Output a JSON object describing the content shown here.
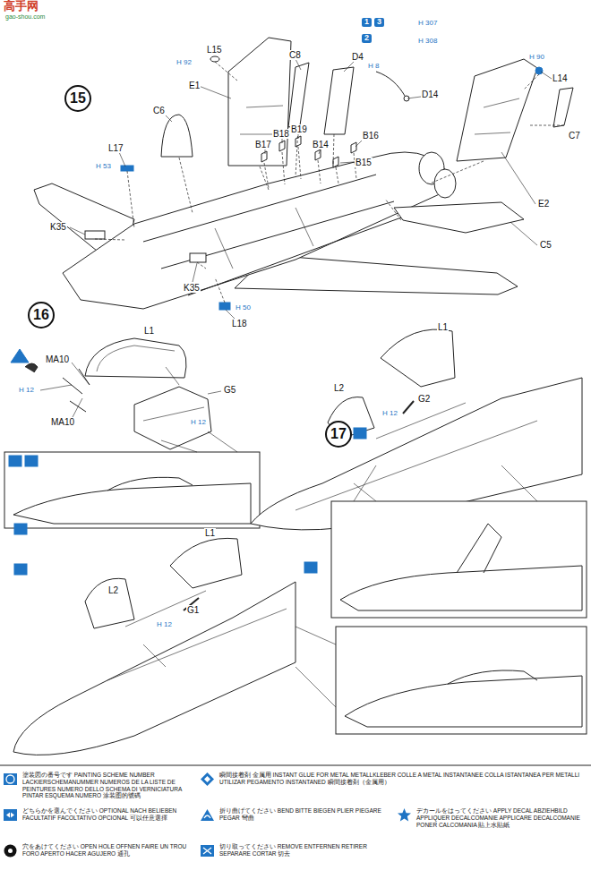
{
  "diagram": {
    "nodes": [
      {
        "text": [
          "15"
        ]
      },
      {
        "text": [
          "16"
        ]
      },
      {
        "text": [
          "17"
        ]
      }
    ],
    "labels": [
      "高手网",
      "gao-shou.com",
      "L15",
      "H 92",
      "E1",
      "C8",
      "D4",
      "1",
      "3",
      "H 307",
      "2",
      "H 308",
      "H 8",
      "D14",
      "H 90",
      "L14",
      "C7",
      "E2",
      "C6",
      "B17",
      "B18",
      "B19",
      "B14",
      "B15",
      "B16",
      "L17",
      "H 53",
      "K35",
      "K35",
      "C5",
      "H 50",
      "L18",
      "MA10",
      "MA10",
      "L1",
      "G5",
      "H 12",
      "H 12",
      "L1",
      "L2",
      "G2",
      "H 12",
      "L1",
      "L2",
      "G1",
      "H 12"
    ],
    "legend": [
      {
        "text": "塗装図の番号です PAINTING SCHEME NUMBER LACKIERSCHEMANUMMER NUMEROS DE LA LISTE DE PEINTURES NUMERO DELLO SCHEMA DI VERNICIATURA PINTAR ESQUEMA NUMERO 涂装图的號碼"
      },
      {
        "text": "どちらかを選んでください OPTIONAL NACH BELIEBEN FACULTATIF FACOLTATIVO OPCIONAL 可以任意選擇"
      },
      {
        "text": "穴をあけてください OPEN HOLE OFFNEN FAIRE UN TROU FORO APERTO HACER AGUJERO 通孔"
      },
      {
        "text": "瞬間接着剤 金属用 INSTANT GLUE FOR METAL METALLKLEBER COLLE A METAL INSTANTANEE COLLA ISTANTANEA PER METALLI UTILIZAR PEGAMENTO INSTANTANED 瞬間接着剤（金属用）"
      },
      {
        "text": "折り曲げてください BEND BITTE BIEGEN PLIER PIEGARE PEGAR 彎曲"
      },
      {
        "text": "切り取ってください REMOVE ENTFERNEN RETIRER SEPARARE CORTAR 切去"
      },
      {
        "text": "デカールをはってください APPLY DECAL ABZIEHBILD APPLIQUER DECALCOMANIE APPLICARE DECALCOMANIE PONER CALCOMANIA 貼上水貼紙"
      }
    ]
  }
}
